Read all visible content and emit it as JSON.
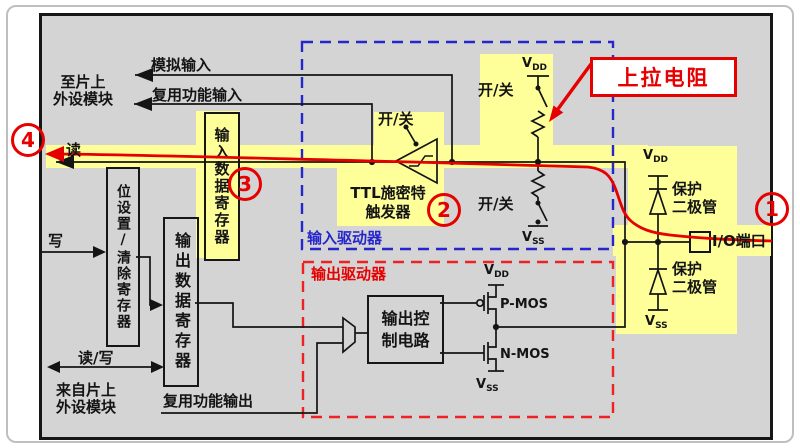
{
  "diagram": {
    "callout": {
      "pullup_label": "上拉电阻"
    },
    "markers": {
      "io_pin": "1",
      "schmitt": "2",
      "input_reg": "3",
      "read_path": "4"
    },
    "labels": {
      "to_peripheral_1": "至片上",
      "to_peripheral_2": "外设模块",
      "analog_input": "模拟输入",
      "af_input": "复用功能输入",
      "read": "读",
      "write": "写",
      "read_write": "读/写",
      "from_peripheral_1": "来自片上",
      "from_peripheral_2": "外设模块",
      "af_output": "复用功能输出",
      "input_driver": "输入驱动器",
      "output_driver": "输出驱动器",
      "ttl_1": "TTL施密特",
      "ttl_2": "触发器",
      "on_off": "开/关",
      "io_port": "I/O端口",
      "protect_1": "保护",
      "protect_2": "二极管",
      "pmos": "P-MOS",
      "nmos": "N-MOS",
      "v": "V",
      "dd": "DD",
      "ss": "SS"
    },
    "registers": {
      "bit_set_clear": "位设置/清除寄存器",
      "output_data": "输出数据寄存器",
      "input_data": "输入数据寄存器",
      "output_control_1": "输出控",
      "output_control_2": "制电路"
    },
    "colors": {
      "highlight": "#ffff99",
      "background": "#d4d4d4",
      "accent_red": "#e60000",
      "accent_blue": "#2626cc"
    }
  }
}
